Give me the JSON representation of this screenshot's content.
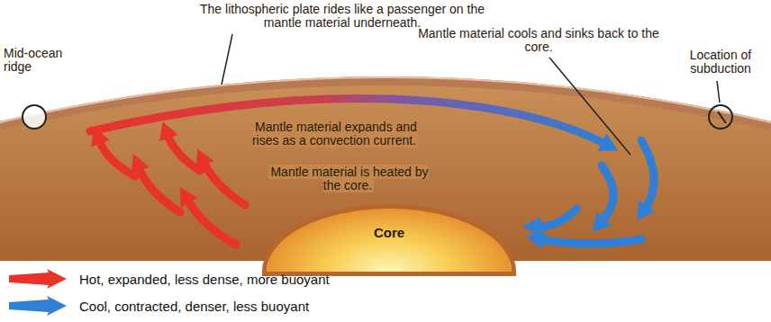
{
  "diagram": {
    "nodes": [
      {
        "text": [
          "Core"
        ]
      }
    ],
    "labels": [
      "The lithospheric plate rides like a passenger on the mantle material underneath.",
      "Mid-ocean ridge",
      "Mantle material cools and sinks back to the core.",
      "Location of subduction",
      "Mantle material expands and rises as a convection current.",
      "Mantle material is heated by the core."
    ],
    "legend": [
      {
        "text": "Hot, expanded, less dense, more buoyant",
        "color": "#e8332a"
      },
      {
        "text": "Cool, contracted, denser, less buoyant",
        "color": "#2f7fd6"
      }
    ]
  }
}
